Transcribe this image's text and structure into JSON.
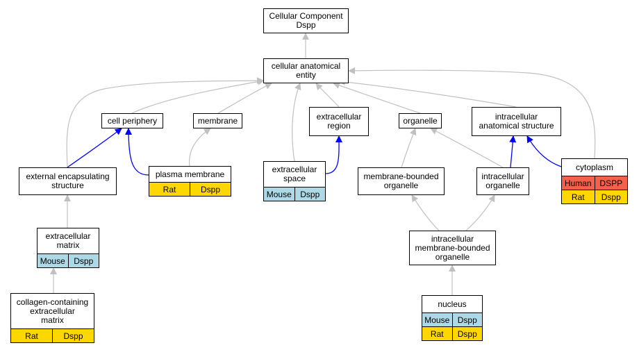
{
  "colors": {
    "edge_gray": "#c0c0c0",
    "edge_blue": "#0000ff",
    "mouse": "#add8e6",
    "rat": "#ffd700",
    "human": "#f4604a"
  },
  "nodes": {
    "root": {
      "label": "Cellular Component\nDspp"
    },
    "cae": {
      "label": "cellular anatomical\nentity"
    },
    "cell_periphery": {
      "label": "cell periphery"
    },
    "membrane": {
      "label": "membrane"
    },
    "extracellular_region": {
      "label": "extracellular\nregion"
    },
    "organelle": {
      "label": "organelle"
    },
    "intracellular_anatomical_structure": {
      "label": "intracellular\nanatomical structure"
    },
    "external_encapsulating_structure": {
      "label": "external encapsulating\nstructure"
    },
    "plasma_membrane": {
      "label": "plasma membrane",
      "annotations": [
        {
          "species": "Rat",
          "gene": "Dspp"
        }
      ]
    },
    "extracellular_space": {
      "label": "extracellular\nspace",
      "annotations": [
        {
          "species": "Mouse",
          "gene": "Dspp"
        }
      ]
    },
    "membrane_bounded_organelle": {
      "label": "membrane-bounded\norganelle"
    },
    "intracellular_organelle": {
      "label": "intracellular\norganelle"
    },
    "cytoplasm": {
      "label": "cytoplasm",
      "annotations": [
        {
          "species": "Human",
          "gene": "DSPP"
        },
        {
          "species": "Rat",
          "gene": "Dspp"
        }
      ]
    },
    "extracellular_matrix": {
      "label": "extracellular\nmatrix",
      "annotations": [
        {
          "species": "Mouse",
          "gene": "Dspp"
        }
      ]
    },
    "intracellular_mbo": {
      "label": "intracellular\nmembrane-bounded\norganelle"
    },
    "collagen_ecm": {
      "label": "collagen-containing\nextracellular\nmatrix",
      "annotations": [
        {
          "species": "Rat",
          "gene": "Dspp"
        }
      ]
    },
    "nucleus": {
      "label": "nucleus",
      "annotations": [
        {
          "species": "Mouse",
          "gene": "Dspp"
        },
        {
          "species": "Rat",
          "gene": "Dspp"
        }
      ]
    }
  },
  "edges": [
    {
      "from": "cae",
      "to": "root",
      "kind": "is_a"
    },
    {
      "from": "cell_periphery",
      "to": "cae",
      "kind": "is_a"
    },
    {
      "from": "membrane",
      "to": "cae",
      "kind": "is_a"
    },
    {
      "from": "extracellular_space",
      "to": "cae",
      "kind": "is_a"
    },
    {
      "from": "extracellular_region",
      "to": "cae",
      "kind": "is_a"
    },
    {
      "from": "organelle",
      "to": "cae",
      "kind": "is_a"
    },
    {
      "from": "intracellular_anatomical_structure",
      "to": "cae",
      "kind": "is_a"
    },
    {
      "from": "cytoplasm",
      "to": "cae",
      "kind": "is_a"
    },
    {
      "from": "external_encapsulating_structure",
      "to": "cae",
      "kind": "is_a"
    },
    {
      "from": "external_encapsulating_structure",
      "to": "cell_periphery",
      "kind": "part_of"
    },
    {
      "from": "plasma_membrane",
      "to": "cell_periphery",
      "kind": "part_of"
    },
    {
      "from": "plasma_membrane",
      "to": "membrane",
      "kind": "is_a"
    },
    {
      "from": "extracellular_space",
      "to": "extracellular_region",
      "kind": "part_of"
    },
    {
      "from": "membrane_bounded_organelle",
      "to": "organelle",
      "kind": "is_a"
    },
    {
      "from": "intracellular_organelle",
      "to": "organelle",
      "kind": "is_a"
    },
    {
      "from": "intracellular_organelle",
      "to": "intracellular_anatomical_structure",
      "kind": "part_of"
    },
    {
      "from": "cytoplasm",
      "to": "intracellular_anatomical_structure",
      "kind": "part_of"
    },
    {
      "from": "extracellular_matrix",
      "to": "external_encapsulating_structure",
      "kind": "is_a"
    },
    {
      "from": "collagen_ecm",
      "to": "extracellular_matrix",
      "kind": "is_a"
    },
    {
      "from": "intracellular_mbo",
      "to": "membrane_bounded_organelle",
      "kind": "is_a"
    },
    {
      "from": "intracellular_mbo",
      "to": "intracellular_organelle",
      "kind": "is_a"
    },
    {
      "from": "nucleus",
      "to": "intracellular_mbo",
      "kind": "is_a"
    }
  ]
}
